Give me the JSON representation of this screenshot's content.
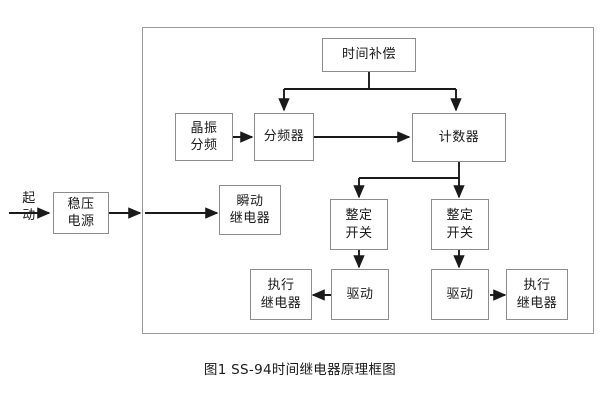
{
  "figure": {
    "caption": "图1  SS-94时间继电器原理框图",
    "frame": {
      "label": "inner-circuit-frame"
    }
  },
  "labels": {
    "start": "起\n动"
  },
  "blocks": [
    {
      "id": "regulated-power-supply",
      "text": "稳压\n电源"
    },
    {
      "id": "instantaneous-relay",
      "text": "瞬动\n继电器"
    },
    {
      "id": "crystal-oscillator-divider",
      "text": "晶振\n分频"
    },
    {
      "id": "frequency-divider",
      "text": "分频器"
    },
    {
      "id": "time-compensation",
      "text": "时间补偿"
    },
    {
      "id": "counter",
      "text": "计数器"
    },
    {
      "id": "setting-switch-left",
      "text": "整定\n开关"
    },
    {
      "id": "setting-switch-right",
      "text": "整定\n开关"
    },
    {
      "id": "driver-left",
      "text": "驱动"
    },
    {
      "id": "driver-right",
      "text": "驱动"
    },
    {
      "id": "executive-relay-left",
      "text": "执行\n继电器"
    },
    {
      "id": "executive-relay-right",
      "text": "执行\n继电器"
    }
  ],
  "colors": {
    "box_border": "#8c8c8c",
    "frame_border": "#9a9a9a",
    "wire": "#1a1a1a",
    "text": "#1a1a1a",
    "background": "#ffffff"
  }
}
